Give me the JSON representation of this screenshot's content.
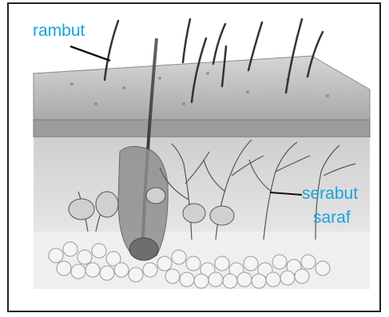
{
  "labels": {
    "hair": "rambut",
    "nerve_line1": "serabut",
    "nerve_line2": "saraf"
  },
  "colors": {
    "label": "#1aa3dc",
    "frame": "#222222",
    "epidermis": "#bdbdbd",
    "dermis": "#d9d9d9",
    "fat": "#e6e6e6"
  }
}
